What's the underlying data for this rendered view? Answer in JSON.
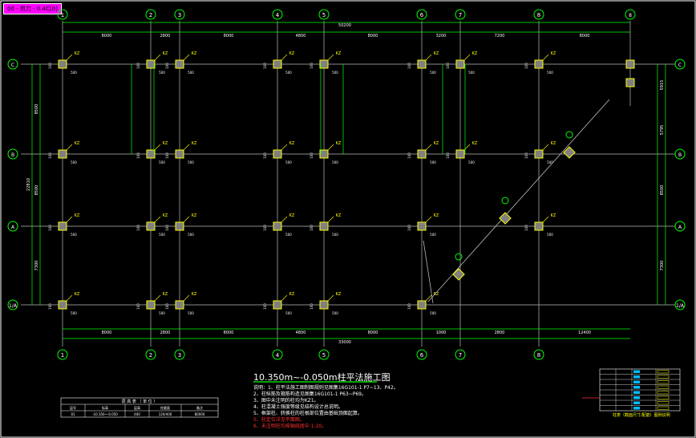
{
  "tab_label": "00 - 剪刀 - 0.4C[0]",
  "axes_x": [
    "1",
    "2",
    "3",
    "4",
    "5",
    "6",
    "7",
    "8"
  ],
  "axes_y": [
    "C",
    "B",
    "A",
    "1/A"
  ],
  "top_total": "50200",
  "top_dims": [
    "8000",
    "2800",
    "8000",
    "4800",
    "8000",
    "3200",
    "7200",
    "8000"
  ],
  "bottom_total": "33000",
  "bottom_dims": [
    "8000",
    "2800",
    "8000",
    "4800",
    "8000",
    "1000",
    "2800",
    "12400"
  ],
  "left_total": "22810",
  "left_dims": [
    "8500",
    "8500",
    "7300"
  ],
  "right_dims": [
    "5915",
    "5795",
    "8500",
    "7300"
  ],
  "title": "10.350m~-0.050m",
  "title_suffix": "柱平法施工图",
  "notes": [
    "说明：1、柱平法施工图制图规则见图集16G101-1 P7~13、P42。",
    "2、柱纵筋及箍筋构造见图集16G101-1 P63~P69。",
    "3、图中未注明的柱均为KZ1。",
    "4、柱混凝土强度等级见结构设计总说明。",
    "5、框架柱、转换柱的柱根部位置由基础顶面起算。"
  ],
  "notes_red": [
    "5、柱定位详见平面图。",
    "6、未注明柱均按轴线居中 1:20。"
  ],
  "small_table": {
    "title": "层 高 表 （ 单 位 ）",
    "headers": [
      "层号",
      "标高",
      "层高",
      "柱截面",
      "备注"
    ],
    "row": [
      "01",
      "-10.350~-0.050",
      "400",
      "120/400",
      "80000"
    ]
  },
  "legend_caption": "柱表（截面尺寸/配筋）图例说明",
  "colors": {
    "green": "#00ff00",
    "yellow": "#ffff00",
    "white": "#ffffff",
    "gray": "#bdbdbd",
    "red": "#ff3030",
    "magenta": "#ff00ff"
  }
}
